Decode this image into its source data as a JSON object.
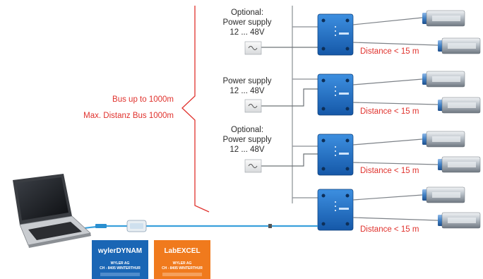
{
  "colors": {
    "accent_red": "#e0322d",
    "hub_blue": "#1f73c8",
    "cable_blue": "#3aa0dc",
    "wyler_blue": "#1a66b5",
    "labexcel_orange": "#f07a1d"
  },
  "bus_label_1": "Bus up to 1000m",
  "bus_label_2": "Max. Distanz Bus 1000m",
  "stations": [
    {
      "supply_lines": [
        "Optional:",
        "Power supply",
        "12 ... 48V"
      ],
      "distance": "Distance < 15 m"
    },
    {
      "supply_lines": [
        "Power supply",
        "12 ... 48V"
      ],
      "distance": "Distance < 15 m"
    },
    {
      "supply_lines": [
        "Optional:",
        "Power supply",
        "12 ... 48V"
      ],
      "distance": "Distance < 15 m"
    },
    {
      "supply_lines": [],
      "distance": "Distance < 15 m"
    }
  ],
  "software": {
    "wylerdynam": {
      "title": "wylerDYNAM",
      "line1": "WYLER AG",
      "line2": "CH - 8405 WINTERTHUR"
    },
    "labexcel": {
      "title": "LabEXCEL",
      "line1": "WYLER AG",
      "line2": "CH - 8405 WINTERTHUR"
    }
  },
  "icons": [
    "laptop-icon",
    "usb-converter-icon",
    "power-supply-icon",
    "junction-box-icon",
    "sensor-icon"
  ]
}
